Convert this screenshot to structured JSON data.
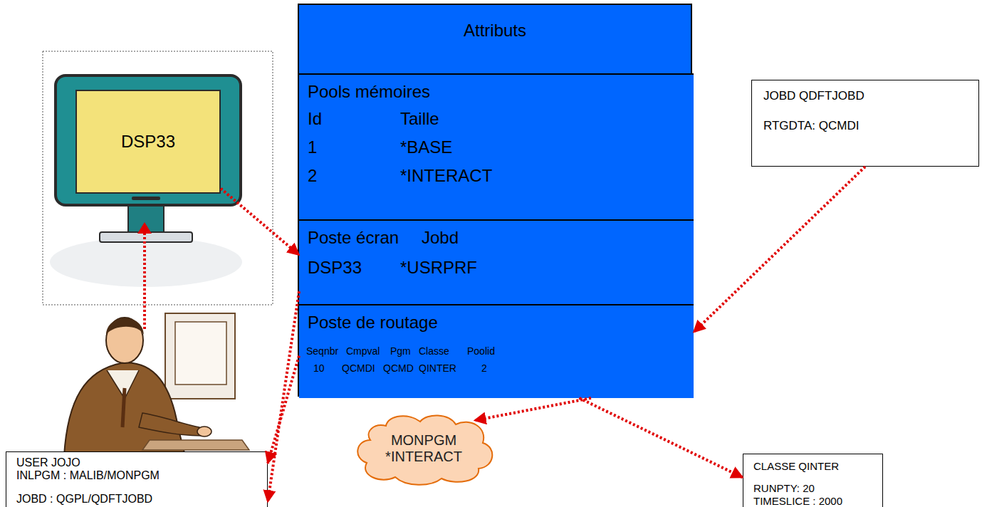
{
  "diagram": {
    "nodes": [
      {
        "text": [
          "DSP33"
        ]
      },
      {
        "text": [
          "Attributs"
        ]
      },
      {
        "text": [
          "Pools mémoires",
          "Id",
          "Taille",
          "1",
          "*BASE",
          "2",
          "*INTERACT"
        ],
        "in": 1
      },
      {
        "text": [
          "Poste écran",
          "Jobd",
          "DSP33",
          "*USRPRF"
        ],
        "in": 1
      },
      {
        "text": [
          "Poste de routage",
          "Seqnbr",
          "Cmpval",
          "Pgm",
          "Classe",
          "Poolid",
          "10",
          "QCMDI",
          "QCMD",
          "QINTER",
          "2"
        ],
        "in": 1
      },
      {
        "text": [
          "JOBD QDFTJOBD",
          "RTGDTA: QCMDI"
        ]
      },
      {
        "text": [
          "USER JOJO",
          "INLPGM : MALIB/MONPGM",
          "JOBD : QGPL/QDFTJOBD"
        ]
      },
      {
        "text": [
          "MONPGM",
          "*INTERACT"
        ]
      },
      {
        "text": [
          "CLASSE QINTER",
          "RUNPTY:   20",
          "TIMESLICE : 2000"
        ]
      }
    ],
    "edges": [
      {
        "from": 0,
        "to": 3,
        "arrow": "to"
      },
      {
        "from": 3,
        "to": 6,
        "arrow": "to"
      },
      {
        "from": 4,
        "to": 6,
        "arrow": "to"
      },
      {
        "from": 5,
        "to": 4,
        "arrow": "to"
      },
      {
        "from": 4,
        "to": 7,
        "arrow": "to"
      },
      {
        "from": 4,
        "to": 8,
        "arrow": "to"
      }
    ]
  }
}
